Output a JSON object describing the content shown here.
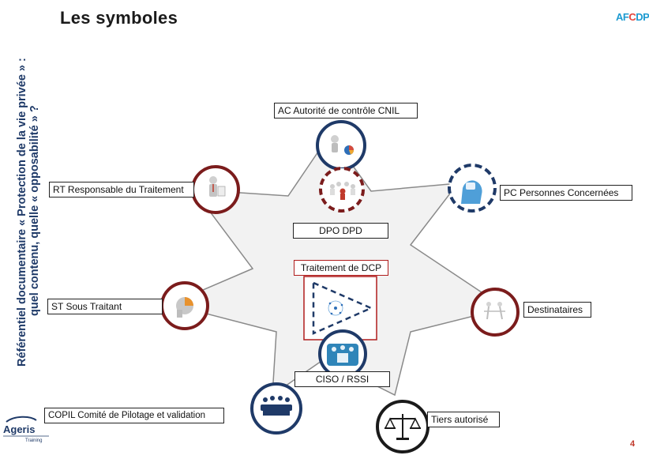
{
  "slide": {
    "title": "Les symboles",
    "side_title_line1": "Référentiel documentaire « Protection de la vie privée » :",
    "side_title_line2": "quel contenu, quelle « opposabilité » ?",
    "page_number": "4"
  },
  "logos": {
    "afcdp_prefix": "AF",
    "afcdp_accent": "C",
    "afcdp_suffix": "DP",
    "ageris_name": "Ageris",
    "ageris_sub": "Training"
  },
  "labels": {
    "ac": "AC Autorité de contrôle CNIL",
    "rt": "RT Responsable du Traitement",
    "pc": "PC Personnes Concernées",
    "dpo": "DPO DPD",
    "traitement": "Traitement de DCP",
    "st": "ST Sous Traitant",
    "destinataires": "Destinataires",
    "ciso": "CISO / RSSI",
    "copil": "COPIL Comité de Pilotage et validation",
    "tiers": "Tiers autorisé"
  },
  "colors": {
    "dark_red": "#7b1c1c",
    "navy": "#1f3a68",
    "star_fill": "#f2f2f2",
    "star_stroke": "#8a8a8a",
    "accent_blue": "#1d9bd1",
    "accent_red": "#e2443c",
    "traitement_border": "#b01c1c"
  }
}
